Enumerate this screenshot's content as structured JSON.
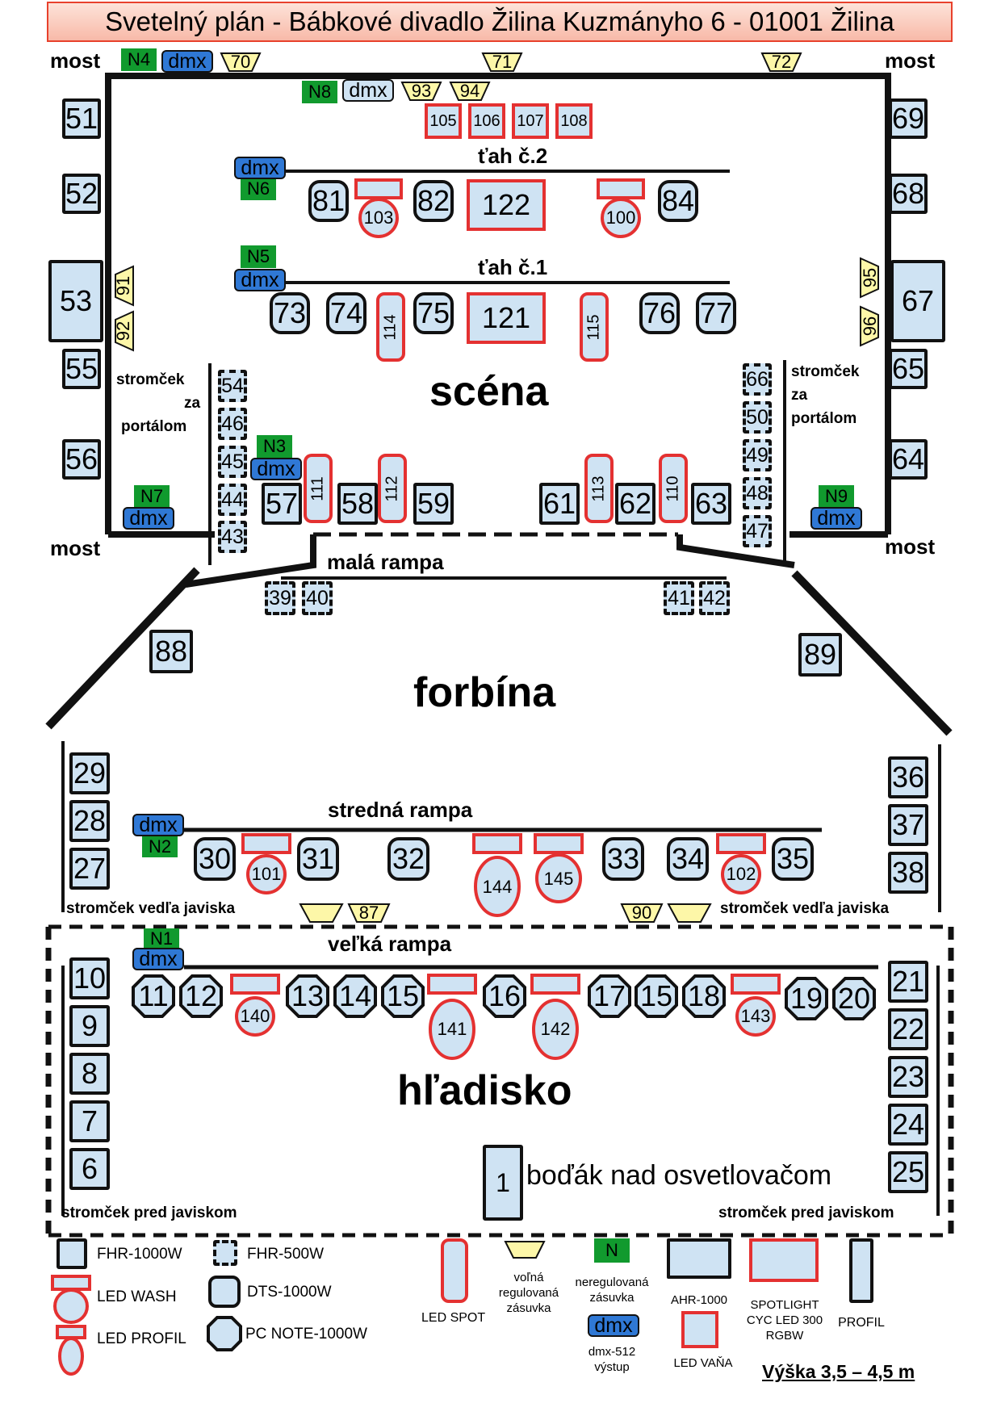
{
  "title": "Svetelný plán - Bábkové divadlo Žilina Kuzmányho 6 - 01001 Žilina",
  "labels": {
    "most": "most",
    "scena": "scéna",
    "forbina": "forbína",
    "hladisko": "hľadisko",
    "tah1": "ťah č.1",
    "tah2": "ťah č.2",
    "mala_rampa": "malá rampa",
    "stredna_rampa": "stredná rampa",
    "velka_rampa": "veľká rampa",
    "stromcek_za_1": "stromček",
    "stromcek_za_2": "za",
    "stromcek_za_3": "portálom",
    "stromcek_vedla": "stromček vedľa javiska",
    "stromcek_pred": "stromček pred javiskom",
    "bodak": "boďák nad osvetlovačom",
    "dmx": "dmx"
  },
  "n_boxes": [
    "N1",
    "N2",
    "N3",
    "N4",
    "N5",
    "N6",
    "N7",
    "N8",
    "N9"
  ],
  "fhr1000": [
    "51",
    "52",
    "53",
    "55",
    "56",
    "69",
    "68",
    "67",
    "65",
    "64",
    "29",
    "28",
    "27",
    "36",
    "37",
    "38",
    "10",
    "9",
    "8",
    "7",
    "6",
    "21",
    "22",
    "23",
    "24",
    "25",
    "57",
    "58",
    "59",
    "61",
    "62",
    "63",
    "88",
    "89"
  ],
  "fhr500": [
    "54",
    "46",
    "45",
    "44",
    "43",
    "66",
    "50",
    "49",
    "48",
    "47",
    "39",
    "40",
    "41",
    "42"
  ],
  "dts": [
    "81",
    "82",
    "84",
    "73",
    "74",
    "75",
    "76",
    "77",
    "30",
    "31",
    "32",
    "33",
    "34",
    "35"
  ],
  "pc_note": [
    "11",
    "12",
    "13",
    "14",
    "15",
    "16",
    "17",
    "15",
    "18",
    "19",
    "20"
  ],
  "led_wash": [
    "103",
    "100",
    "101",
    "144",
    "145",
    "102",
    "140",
    "141",
    "142",
    "143"
  ],
  "led_spot": [
    "114",
    "115",
    "111",
    "112",
    "113",
    "110"
  ],
  "cyc": [
    "122",
    "121"
  ],
  "led_vana": [
    "105",
    "106",
    "107",
    "108"
  ],
  "profil": [
    "1"
  ],
  "sockets": [
    "70",
    "71",
    "72",
    "93",
    "94",
    "91",
    "92",
    "95",
    "96",
    "87",
    "90"
  ],
  "legend": {
    "fhr1000": "FHR-1000W",
    "fhr500": "FHR-500W",
    "led_wash": "LED WASH",
    "dts": "DTS-1000W",
    "led_profil": "LED PROFIL",
    "pc_note": "PC NOTE-1000W",
    "led_spot": "LED SPOT",
    "volna_1": "voľná",
    "volna_2": "regulovaná",
    "volna_3": "zásuvka",
    "nereg_1": "neregulovaná",
    "nereg_2": "zásuvka",
    "n": "N",
    "dmx": "dmx",
    "dmx_1": "dmx-512",
    "dmx_2": "výstup",
    "ahr": "AHR-1000",
    "vana": "LED VAŇA",
    "spot_1": "SPOTLIGHT",
    "spot_2": "CYC LED 300",
    "spot_3": "RGBW",
    "profil": "PROFIL",
    "vyska": "Výška 3,5 – 4,5 m"
  },
  "colors": {
    "fixture_fill": "#cfe3f3",
    "outline": "#111111",
    "led_red": "#e43131",
    "n_green": "#119a2e",
    "dmx_blue": "#2f78d5",
    "socket_yellow": "#fdf7a8",
    "title_fill": "#f8b9a8",
    "title_border": "#e8412c"
  }
}
